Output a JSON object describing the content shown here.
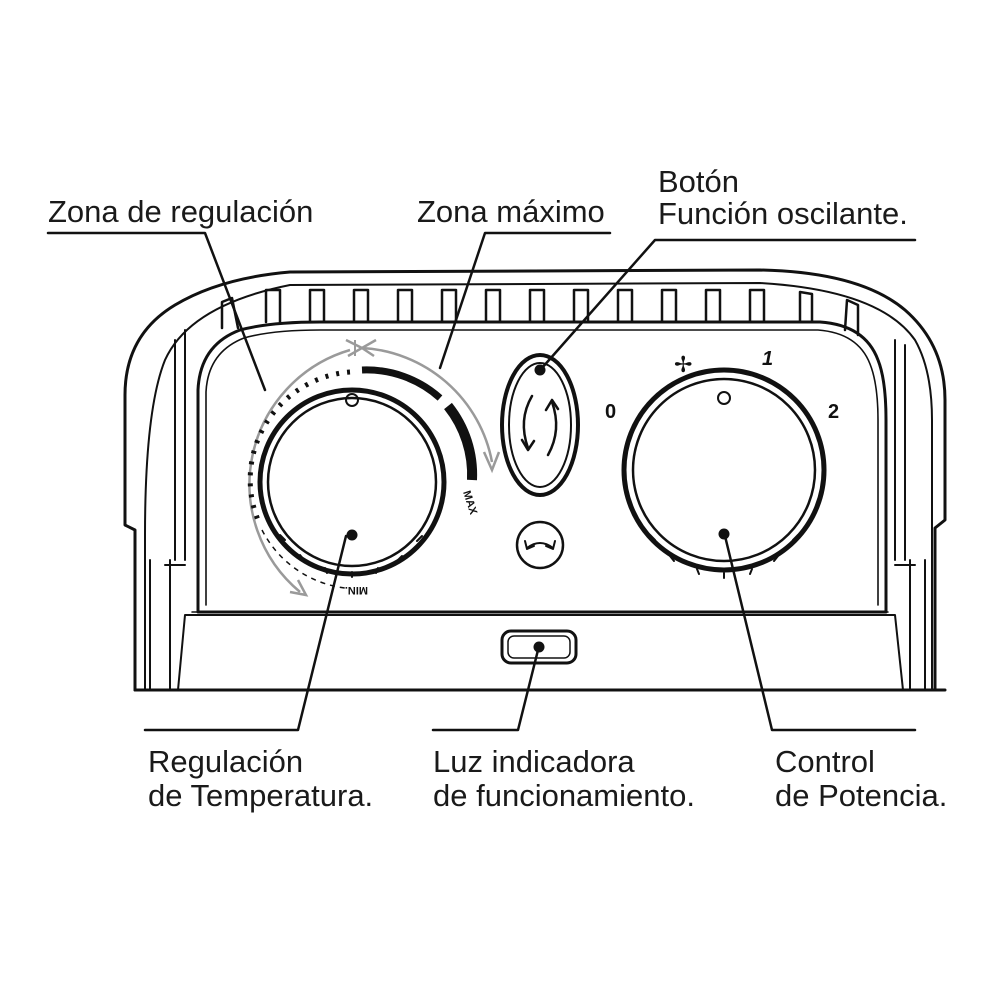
{
  "labels": {
    "zona_regulacion": "Zona de regulación",
    "zona_maximo": "Zona máximo",
    "boton_line1": "Botón",
    "boton_line2": "Función oscilante.",
    "regulacion_line1": "Regulación",
    "regulacion_line2": "de Temperatura.",
    "luz_line1": "Luz indicadora",
    "luz_line2": "de funcionamiento.",
    "control_line1": "Control",
    "control_line2": "de Potencia."
  },
  "dial_marks": {
    "max": "MAX",
    "min": "MIN.",
    "power_0": "0",
    "power_1": "1",
    "power_2": "2",
    "fan_glyph": "✢"
  },
  "colors": {
    "line": "#111111",
    "gray_arrow": "#9a9a9a",
    "background": "#ffffff"
  },
  "icons": {
    "oscillation_button": "rotate-arrows-icon",
    "oscillation_indicator": "swing-arrows-icon",
    "fan_mode": "fan-icon"
  }
}
